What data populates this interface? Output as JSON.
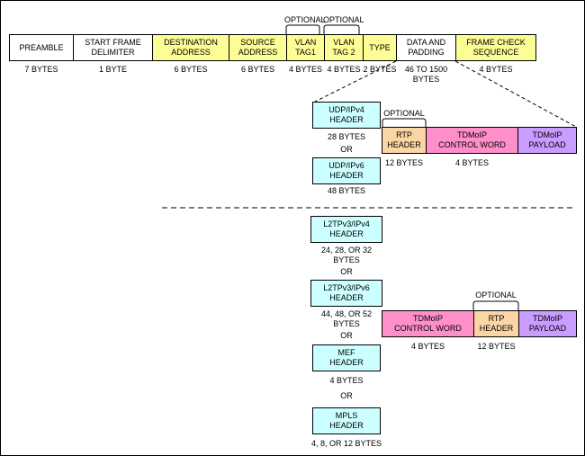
{
  "colors": {
    "preamble": "#ffffff",
    "yellow_fields": "#fdfd95",
    "cyan_headers": "#ccffff",
    "rtp": "#fcd5a5",
    "control_word": "#ff8fc8",
    "payload": "#c99cff"
  },
  "ethernet_frame": {
    "optional_labels": [
      "OPTIONAL",
      "OPTIONAL"
    ],
    "fields": [
      {
        "line1": "PREAMBLE",
        "line2": "",
        "size": "7 BYTES"
      },
      {
        "line1": "START FRAME",
        "line2": "DELIMITER",
        "size": "1 BYTE"
      },
      {
        "line1": "DESTINATION",
        "line2": "ADDRESS",
        "size": "6 BYTES"
      },
      {
        "line1": "SOURCE",
        "line2": "ADDRESS",
        "size": "6 BYTES"
      },
      {
        "line1": "VLAN",
        "line2": "TAG1",
        "size": "4 BYTES"
      },
      {
        "line1": "VLAN",
        "line2": "TAG 2",
        "size": "4 BYTES"
      },
      {
        "line1": "TYPE",
        "line2": "",
        "size": "2 BYTES"
      },
      {
        "line1": "DATA AND",
        "line2": "PADDING",
        "size_line1": "46 TO 1500",
        "size_line2": "BYTES"
      },
      {
        "line1": "FRAME CHECK",
        "line2": "SEQUENCE",
        "size": "4 BYTES"
      }
    ]
  },
  "udp_section": {
    "udp_ipv4": {
      "line1": "UDP/IPv4",
      "line2": "HEADER",
      "size": "28 BYTES"
    },
    "or": "OR",
    "udp_ipv6": {
      "line1": "UDP/IPv6",
      "line2": "HEADER",
      "size": "48 BYTES"
    },
    "optional": "OPTIONAL",
    "rtp": {
      "line1": "RTP",
      "line2": "HEADER",
      "size": "12 BYTES"
    },
    "control_word": {
      "line1": "TDMoIP",
      "line2": "CONTROL WORD",
      "size": "4 BYTES"
    },
    "payload": {
      "line1": "TDMoIP",
      "line2": "PAYLOAD"
    }
  },
  "other_section": {
    "l2tpv3_ipv4": {
      "line1": "L2TPv3/IPv4",
      "line2": "HEADER",
      "size_line1": "24, 28, OR 32",
      "size_line2": "BYTES"
    },
    "l2tpv3_ipv6": {
      "line1": "L2TPv3/IPv6",
      "line2": "HEADER",
      "size_line1": "44, 48, OR 52",
      "size_line2": "BYTES"
    },
    "mef": {
      "line1": "MEF",
      "line2": "HEADER",
      "size": "4 BYTES"
    },
    "mpls": {
      "line1": "MPLS",
      "line2": "HEADER",
      "size": "4, 8, OR 12 BYTES"
    },
    "or": "OR",
    "optional": "OPTIONAL",
    "control_word": {
      "line1": "TDMoIP",
      "line2": "CONTROL WORD",
      "size": "4 BYTES"
    },
    "rtp": {
      "line1": "RTP",
      "line2": "HEADER",
      "size": "12 BYTES"
    },
    "payload": {
      "line1": "TDMoIP",
      "line2": "PAYLOAD"
    }
  }
}
